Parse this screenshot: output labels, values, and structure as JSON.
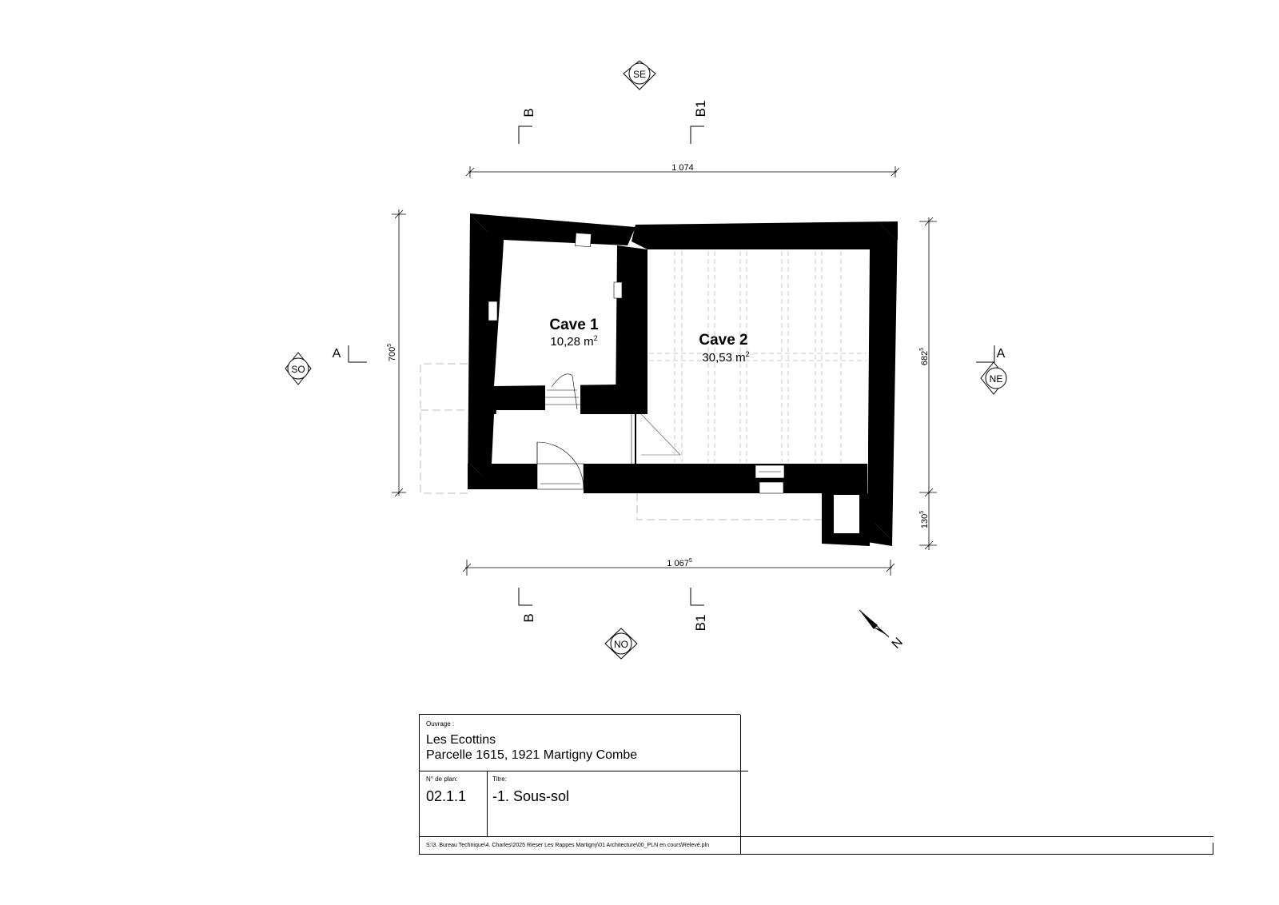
{
  "orientation": {
    "se": "SE",
    "so": "SO",
    "ne": "NE",
    "no": "NO",
    "north": "N"
  },
  "sections": {
    "b_top": "B",
    "b1_top": "B1",
    "b_bottom": "B",
    "b1_bottom": "B1",
    "a_left": "A",
    "a_right": "A"
  },
  "dimensions": {
    "top": "1 074",
    "bottom_main": "1 067",
    "bottom_sup": "5",
    "left_main": "700",
    "left_sup": "5",
    "right_upper_main": "682",
    "right_upper_sup": "5",
    "right_lower_main": "130",
    "right_lower_sup": "5"
  },
  "rooms": [
    {
      "name": "Cave 1",
      "area": "10,28 m",
      "area_sup": "2"
    },
    {
      "name": "Cave 2",
      "area": "30,53 m",
      "area_sup": "2"
    }
  ],
  "title_block": {
    "ouvrage_label": "Ouvrage :",
    "project_line1": "Les Ecottins",
    "project_line2": "Parcelle 1615, 1921 Martigny Combe",
    "plan_no_label": "N° de plan:",
    "plan_no": "02.1.1",
    "title_label": "Titre:",
    "title": "-1. Sous-sol",
    "file_path": "S:\\3. Bureau Technique\\4. Charles\\2025 Rieser Les Rappes Martigny\\01 Architecture\\00_PLN en cours\\Relevé.pln"
  },
  "colors": {
    "wall": "#000000",
    "dashed": "#bbbbbb",
    "background": "#ffffff"
  }
}
